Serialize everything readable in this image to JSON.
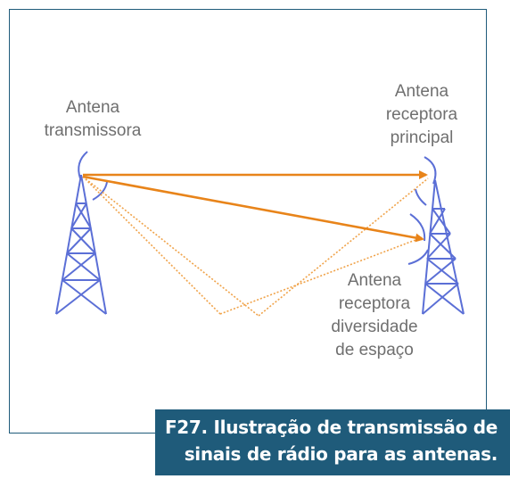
{
  "labels": {
    "transmitter": [
      "Antena",
      "transmissora"
    ],
    "main_receiver": [
      "Antena",
      "receptora",
      "principal"
    ],
    "diversity_receiver": [
      "Antena",
      "receptora",
      "diversidade",
      "de espaço"
    ]
  },
  "caption": {
    "line1": "F27. Ilustração de transmissão de",
    "line2": "sinais de rádio para as antenas."
  },
  "colors": {
    "frame": "#1f5b7a",
    "caption_bg": "#1f5b7a",
    "caption_text": "#ffffff",
    "tower": "#5b6fd6",
    "direct_signal": "#e8841a",
    "reflected_signal": "#f0a34a",
    "label_text": "#6f6f6f"
  }
}
